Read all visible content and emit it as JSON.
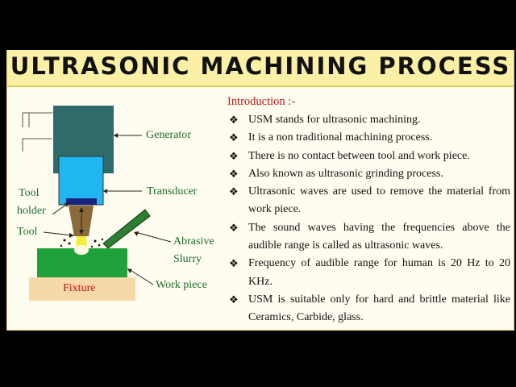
{
  "title": "ULTRASONIC MACHINING PROCESS",
  "diagram": {
    "labels": {
      "generator": "Generator",
      "transducer": "Transducer",
      "tool_holder_line1": "Tool",
      "tool_holder_line2": "holder",
      "tool": "Tool",
      "abrasive_line1": "Abrasive",
      "abrasive_line2": "Slurry",
      "work_piece": "Work piece",
      "fixture": "Fixture"
    },
    "colors": {
      "generator": "#2f6b6b",
      "transducer": "#1fb6f2",
      "tool_holder": "#1a237e",
      "tool": "#8b6a3a",
      "work_piece": "#1fa23a",
      "fixture": "#f7d9a8",
      "nozzle": "#2e7d32"
    }
  },
  "text": {
    "intro": "Introduction :-",
    "bullet_icon": "diamond-bullet-icon",
    "bullets": [
      "USM stands for ultrasonic machining.",
      "It is a non traditional machining process.",
      "There is no contact between tool and work piece.",
      "Also known as ultrasonic grinding process.",
      "Ultrasonic waves are used to remove the material from work piece.",
      "The sound waves having the frequencies above the audible range is called as ultrasonic waves.",
      "Frequency of audible range for human is 20 Hz to 20 KHz.",
      "USM is suitable only for hard and brittle material like Ceramics, Carbide,  glass."
    ]
  }
}
